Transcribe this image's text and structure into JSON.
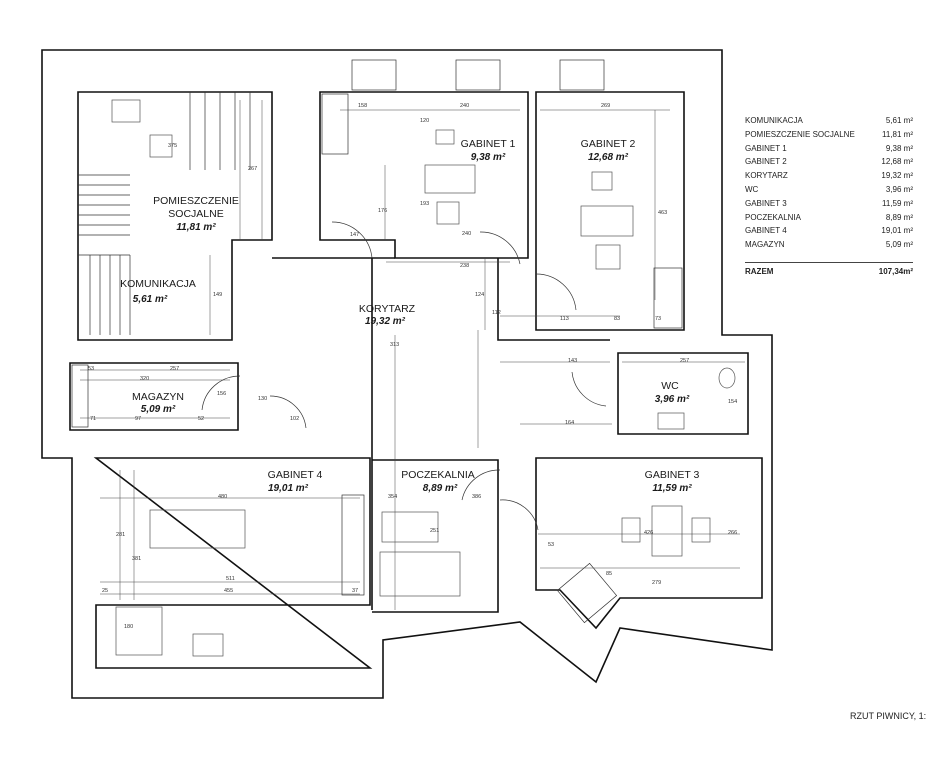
{
  "rooms": [
    {
      "name": "GABINET 1",
      "area": "9,38 m²"
    },
    {
      "name": "GABINET 2",
      "area": "12,68 m²"
    },
    {
      "name_line1": "POMIESZCZENIE",
      "name_line2": "SOCJALNE",
      "area": "11,81 m²"
    },
    {
      "name": "KOMUNIKACJA",
      "area": "5,61 m²"
    },
    {
      "name": "KORYTARZ",
      "area": "19,32 m²"
    },
    {
      "name": "MAGAZYN",
      "area": "5,09 m²"
    },
    {
      "name": "WC",
      "area": "3,96 m²"
    },
    {
      "name": "GABINET 4",
      "area": "19,01 m²"
    },
    {
      "name": "POCZEKALNIA",
      "area": "8,89 m²"
    },
    {
      "name": "GABINET 3",
      "area": "11,59 m²"
    }
  ],
  "dimensions": [
    "158",
    "240",
    "269",
    "120",
    "375",
    "267",
    "176",
    "193",
    "240",
    "463",
    "147",
    "238",
    "124",
    "112",
    "113",
    "83",
    "73",
    "149",
    "313",
    "143",
    "257",
    "53",
    "320",
    "257",
    "156",
    "130",
    "97",
    "52",
    "102",
    "71",
    "164",
    "154",
    "480",
    "354",
    "386",
    "251",
    "426",
    "266",
    "281",
    "381",
    "53",
    "85",
    "511",
    "279",
    "25",
    "455",
    "37",
    "180"
  ],
  "legend": {
    "items": [
      {
        "label": "KOMUNIKACJA",
        "value": "5,61 m²"
      },
      {
        "label": "POMIESZCZENIE SOCJALNE",
        "value": "11,81 m²"
      },
      {
        "label": "GABINET 1",
        "value": "9,38 m²"
      },
      {
        "label": "GABINET 2",
        "value": "12,68 m²"
      },
      {
        "label": "KORYTARZ",
        "value": "19,32 m²"
      },
      {
        "label": "WC",
        "value": "3,96 m²"
      },
      {
        "label": "GABINET 3",
        "value": "11,59 m²"
      },
      {
        "label": "POCZEKALNIA",
        "value": "8,89 m²"
      },
      {
        "label": "GABINET 4",
        "value": "19,01 m²"
      },
      {
        "label": "MAGAZYN",
        "value": "5,09 m²"
      }
    ],
    "total_label": "RAZEM",
    "total_value": "107,34m²"
  },
  "caption": "RZUT PIWNICY, 1:"
}
